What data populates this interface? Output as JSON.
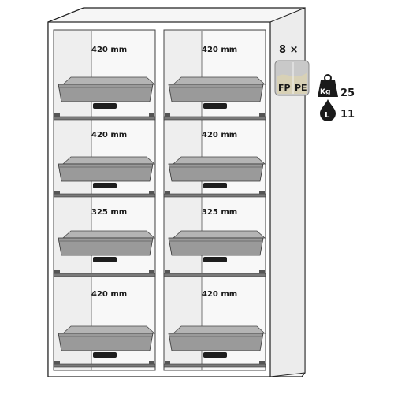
{
  "cabinet": {
    "compartments": {
      "left": [
        {
          "height": "420 mm"
        },
        {
          "height": "420 mm"
        },
        {
          "height": "325 mm"
        },
        {
          "height": "420 mm"
        }
      ],
      "right": [
        {
          "height": "420 mm"
        },
        {
          "height": "420 mm"
        },
        {
          "height": "325 mm"
        },
        {
          "height": "420 mm"
        }
      ]
    }
  },
  "specs": {
    "quantity": "8 ×",
    "material_fp": "FP",
    "material_pe": "PE",
    "weight_unit": "Kg",
    "weight_value": "25",
    "volume_unit": "L",
    "volume_value": "11"
  },
  "colors": {
    "cabinet_frame": "#ffffff",
    "cabinet_outline": "#222222",
    "interior": "#eeeeee",
    "tray": "#9a9a9a",
    "tray_dark": "#6d6d6d",
    "badge_bg": "#c9c9c9"
  }
}
